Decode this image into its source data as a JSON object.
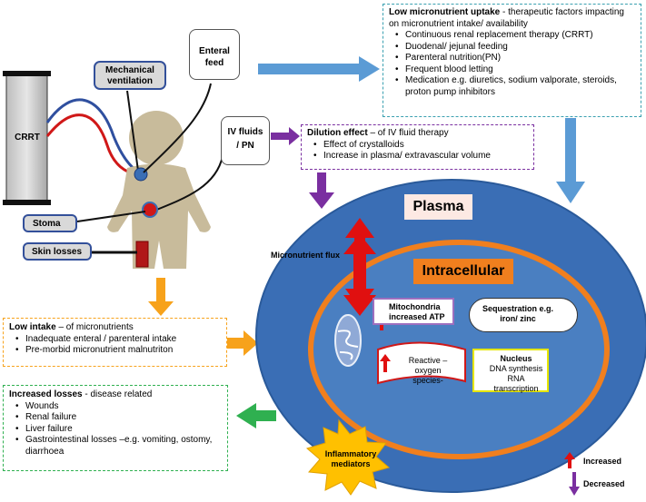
{
  "labels": {
    "crrt": "CRRT",
    "mechanical_ventilation": "Mechanical ventilation",
    "enteral_feed": "Enteral feed",
    "iv_fluids": "IV fluids / PN",
    "stoma": "Stoma",
    "skin_losses": "Skin losses",
    "plasma": "Plasma",
    "intracellular": "Intracellular",
    "micronutrient_flux": "Micronutrient flux",
    "mitochondria": "Mitochondria increased ATP",
    "sequestration": "Sequestration e.g. iron/ zinc",
    "ros": "Reactive –oxygen species-",
    "nucleus_title": "Nucleus",
    "nucleus_line1": "DNA synthesis",
    "nucleus_line2": "RNA transcription",
    "inflammatory": "Inflammatory mediators",
    "legend_increased": "Increased",
    "legend_decreased": "Decreased"
  },
  "low_uptake": {
    "title": "Low micronutrient uptake",
    "subtitle": " -  therapeutic factors impacting on micronutrient intake/ availability",
    "items": [
      "Continuous renal replacement therapy (CRRT)",
      "Duodenal/ jejunal feeding",
      "Parenteral nutrition(PN)",
      "Frequent blood letting",
      "Medication  e.g. diuretics, sodium valporate, steroids, proton pump inhibitors"
    ]
  },
  "dilution": {
    "title": "Dilution effect",
    "subtitle": " – of IV fluid therapy",
    "items": [
      "Effect of crystalloids",
      "Increase in plasma/ extravascular volume"
    ]
  },
  "low_intake": {
    "title": "Low intake",
    "subtitle": " – of micronutrients",
    "items": [
      "Inadequate enteral / parenteral intake",
      "Pre-morbid  micronutrient malnutriton"
    ]
  },
  "losses": {
    "title": "Increased losses",
    "subtitle": " - disease related",
    "items": [
      "Wounds",
      "Renal failure",
      "Liver failure",
      "Gastrointestinal losses –e.g. vomiting, ostomy, diarrhoea"
    ]
  },
  "colors": {
    "outer_cell": "#3a6eb5",
    "inner_cell": "#4a7fc1",
    "cell_rim": "#f07f1e",
    "up_arrow": "#e01010",
    "down_arrow": "#7a2fa0",
    "blue_arrow": "#5b9bd5",
    "orange_arrow": "#f7a21b",
    "green_arrow": "#2fb050",
    "purple_arrow": "#7a2fa0",
    "starburst": "#ffc000"
  }
}
